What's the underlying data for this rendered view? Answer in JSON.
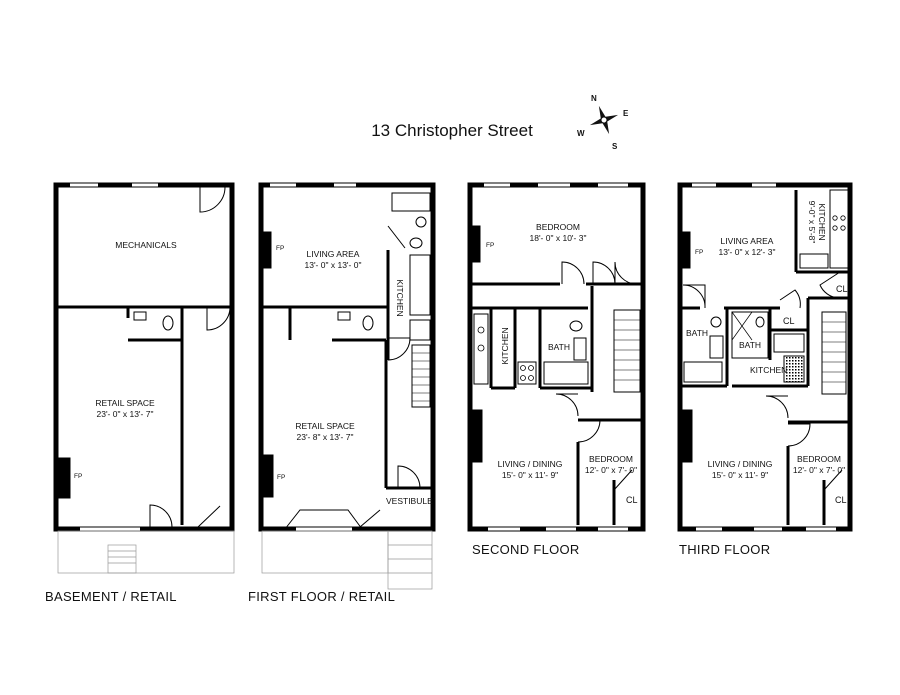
{
  "title": "13 Christopher Street",
  "compass": {
    "n": "N",
    "e": "E",
    "s": "S",
    "w": "W"
  },
  "floors": {
    "basement": {
      "label": "BASEMENT / RETAIL",
      "mechanicals": "MECHANICALS",
      "retail": "RETAIL SPACE",
      "retail_dim": "23'- 0\" x 13'- 7\"",
      "fp": "FP"
    },
    "first": {
      "label": "FIRST  FLOOR / RETAIL",
      "living": "LIVING AREA",
      "living_dim": "13'- 0\" x 13'- 0\"",
      "kitchen": "KITCHEN",
      "retail": "RETAIL SPACE",
      "retail_dim": "23'- 8\" x 13'- 7\"",
      "vestibule": "VESTIBULE",
      "fp1": "FP",
      "fp2": "FP"
    },
    "second": {
      "label": "SECOND FLOOR",
      "bedroom": "BEDROOM",
      "bedroom_dim": "18'- 0\" x 10'- 3\"",
      "kitchen": "KITCHEN",
      "bath": "BATH",
      "living": "LIVING / DINING",
      "living_dim": "15'- 0\" x 11'- 9\"",
      "bedroom2": "BEDROOM",
      "bedroom2_dim": "12'- 0\" x 7'- 0\"",
      "cl": "CL",
      "fp": "FP"
    },
    "third": {
      "label": "THIRD FLOOR",
      "living": "LIVING AREA",
      "living_dim": "13'- 0\" x 12'- 3\"",
      "kitchen_top": "KITCHEN",
      "kitchen_top_dim": "9'-0\" x 5'-8\"",
      "bath1": "BATH",
      "bath2": "BATH",
      "cl1": "CL",
      "cl2": "CL",
      "kitchen": "KITCHEN",
      "living2": "LIVING / DINING",
      "living2_dim": "15'- 0\" x 11'- 9\"",
      "bedroom": "BEDROOM",
      "bedroom_dim": "12'- 0\" x 7'- 0\"",
      "cl3": "CL",
      "fp": "FP"
    }
  }
}
